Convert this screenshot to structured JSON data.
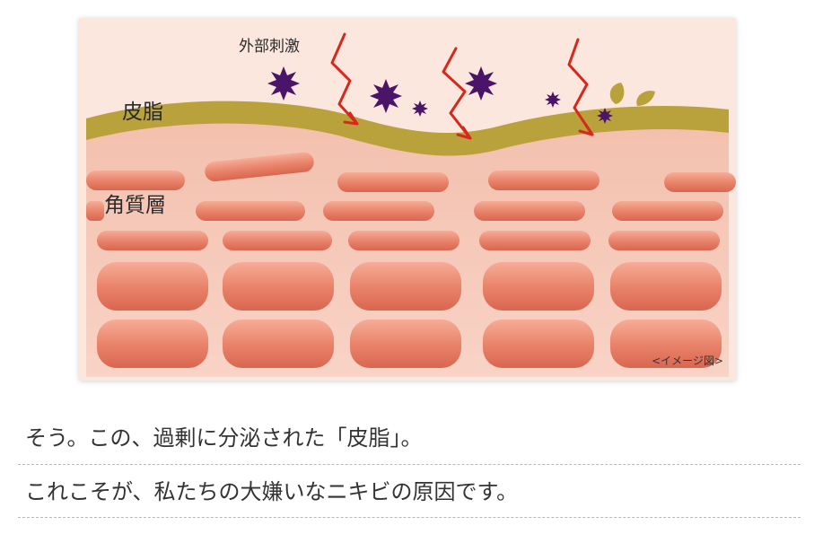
{
  "figure": {
    "label_external_stimulus": "外部刺激",
    "label_sebum": "皮脂",
    "label_stratum_corneum": "角質層",
    "caption": "<イメージ図>",
    "colors": {
      "background": "#fbe7dd",
      "sebum": "#b9a23c",
      "skin": "#f6cbbb",
      "cell": "#e9826a",
      "stimulus": "#4a1468",
      "arrow": "#d8281e"
    }
  },
  "text": {
    "line1": "そう。この、過剰に分泌された「皮脂」。",
    "line2": "これこそが、私たちの大嫌いなニキビの原因です。"
  }
}
